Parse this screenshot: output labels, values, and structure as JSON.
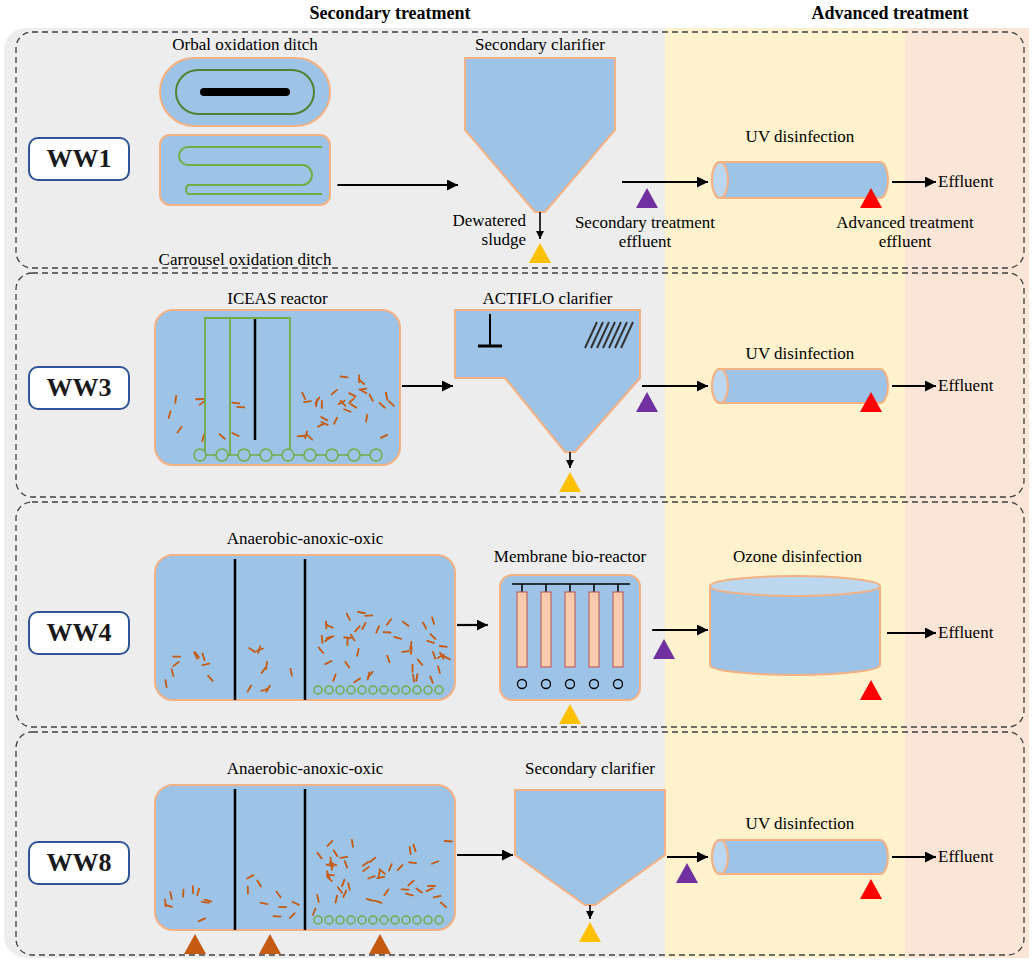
{
  "diagram": {
    "nodes": [
      {
        "text": [
          "WW1"
        ]
      },
      {
        "text": [
          "Orbal oxidation ditch",
          "Carrousel oxidation ditch"
        ]
      },
      {
        "text": [
          "Secondary clarifier"
        ]
      },
      {
        "text": [
          "UV disinfection"
        ]
      },
      {
        "text": [
          "Effluent"
        ]
      },
      {
        "text": [
          "WW3"
        ]
      },
      {
        "text": [
          "ICEAS reactor"
        ]
      },
      {
        "text": [
          "ACTIFLO clarifier"
        ]
      },
      {
        "text": [
          "UV disinfection"
        ]
      },
      {
        "text": [
          "Effluent"
        ]
      },
      {
        "text": [
          "WW4"
        ]
      },
      {
        "text": [
          "Anaerobic-anoxic-oxic"
        ]
      },
      {
        "text": [
          "Membrane bio-reactor"
        ]
      },
      {
        "text": [
          "Ozone disinfection"
        ]
      },
      {
        "text": [
          "Effluent"
        ]
      },
      {
        "text": [
          "WW8"
        ]
      },
      {
        "text": [
          "Anaerobic-anoxic-oxic"
        ]
      },
      {
        "text": [
          "Secondary clarifier"
        ]
      },
      {
        "text": [
          "UV disinfection"
        ]
      },
      {
        "text": [
          "Effluent"
        ]
      }
    ],
    "edges": [
      {
        "from": 1,
        "to": 2,
        "arrow": "to"
      },
      {
        "from": 2,
        "to": 3,
        "arrow": "to"
      },
      {
        "from": 3,
        "to": 4,
        "arrow": "to"
      },
      {
        "from": 6,
        "to": 7,
        "arrow": "to"
      },
      {
        "from": 7,
        "to": 8,
        "arrow": "to"
      },
      {
        "from": 8,
        "to": 9,
        "arrow": "to"
      },
      {
        "from": 11,
        "to": 12,
        "arrow": "to"
      },
      {
        "from": 12,
        "to": 13,
        "arrow": "to"
      },
      {
        "from": 13,
        "to": 14,
        "arrow": "to"
      },
      {
        "from": 16,
        "to": 17,
        "arrow": "to"
      },
      {
        "from": 17,
        "to": 18,
        "arrow": "to"
      },
      {
        "from": 18,
        "to": 19,
        "arrow": "to"
      }
    ],
    "labels": [
      "Secondary treatment",
      "Advanced treatment",
      "Dewatered sludge",
      "Secondary treatment effluent",
      "Advanced treatment effluent"
    ]
  }
}
